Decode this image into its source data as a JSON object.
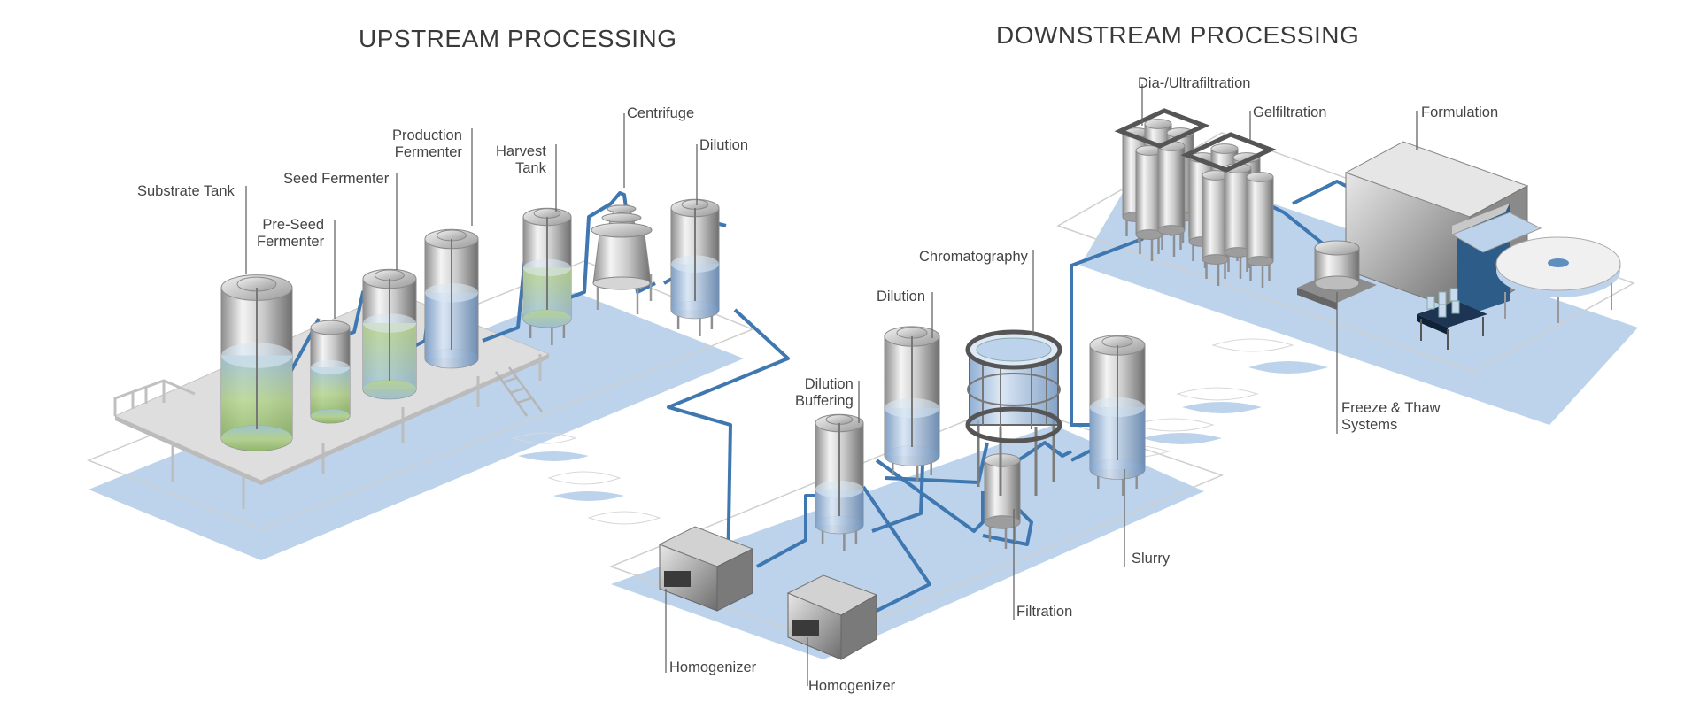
{
  "titles": {
    "upstream": "UPSTREAM PROCESSING",
    "downstream": "DOWNSTREAM PROCESSING"
  },
  "labels": {
    "substrate_tank": [
      "Substrate Tank"
    ],
    "pre_seed_fermenter": [
      "Pre-Seed",
      "Fermenter"
    ],
    "seed_fermenter": [
      "Seed Fermenter"
    ],
    "production_fermenter": [
      "Production",
      "Fermenter"
    ],
    "harvest_tank": [
      "Harvest",
      "Tank"
    ],
    "centrifuge": [
      "Centrifuge"
    ],
    "dilution_upstream": [
      "Dilution"
    ],
    "dia_ultrafiltration": [
      "Dia-/Ultrafiltration"
    ],
    "gelfiltration": [
      "Gelfiltration"
    ],
    "formulation": [
      "Formulation"
    ],
    "chromatography": [
      "Chromatography"
    ],
    "dilution_downstream": [
      "Dilution"
    ],
    "dilution_buffering": [
      "Dilution",
      "Buffering"
    ],
    "freeze_thaw": [
      "Freeze & Thaw",
      "Systems"
    ],
    "slurry": [
      "Slurry"
    ],
    "filtration": [
      "Filtration"
    ],
    "homogenizer_1": [
      "Homogenizer"
    ],
    "homogenizer_2": [
      "Homogenizer"
    ]
  },
  "colors": {
    "pipe": "#3f77b0",
    "floor_shadow": "#bcd3eb",
    "platform": "#dcdcdc",
    "tank_body": "#b8b8b8",
    "liquid_blue": "#a9c4e4",
    "liquid_green": "#b9d48a",
    "text": "#444444"
  }
}
